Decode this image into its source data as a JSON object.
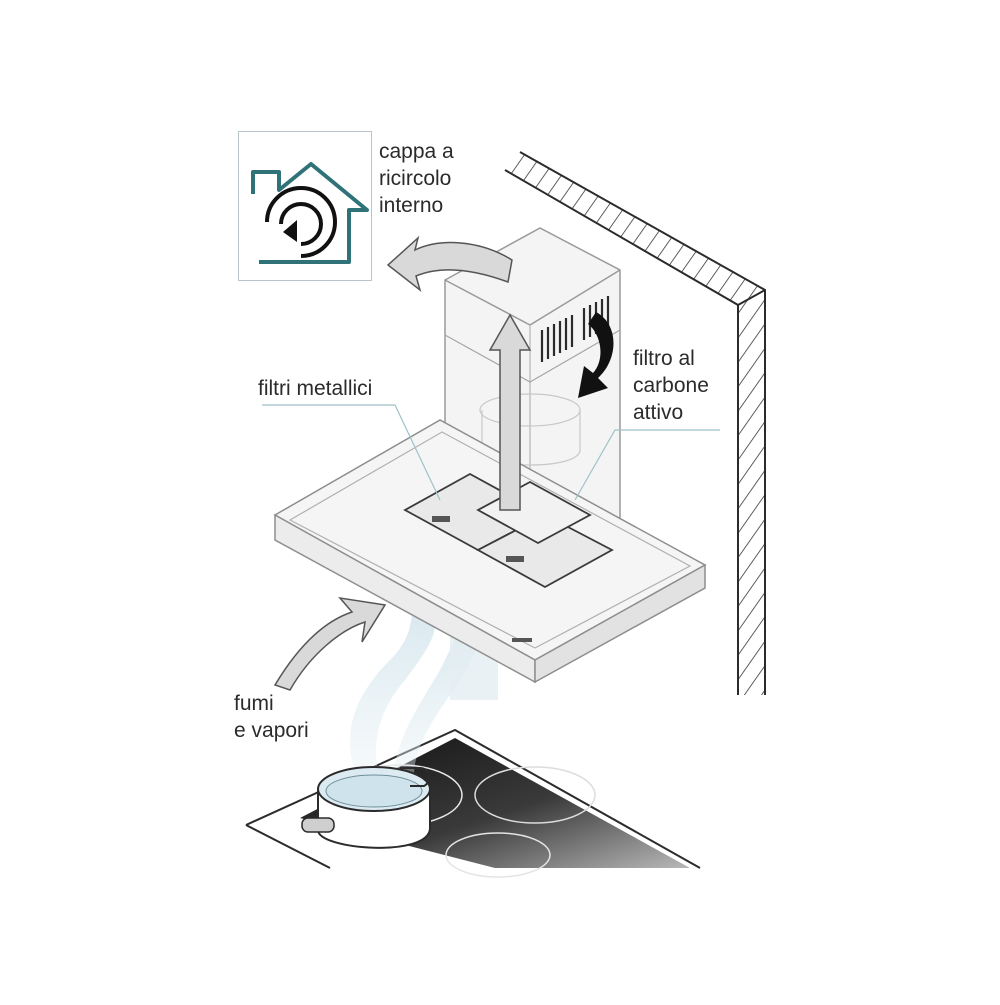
{
  "labels": {
    "recirculation": [
      "cappa a",
      "ricircolo",
      "interno"
    ],
    "metal_filters": [
      "filtri metallici"
    ],
    "carbon_filter": [
      "filtro al",
      "carbone",
      "attivo"
    ],
    "fumes": [
      "fumi",
      "e vapori"
    ]
  },
  "colors": {
    "icon_teal": "#2f7378",
    "line_dark": "#2b2b2b",
    "leader_line": "#9fc1c6",
    "arrow_fill": "#d9d9d9",
    "steam": "#dbe9ef",
    "cooktop": "#2a2a2a"
  },
  "icons": [
    "house-recirculation-icon"
  ]
}
